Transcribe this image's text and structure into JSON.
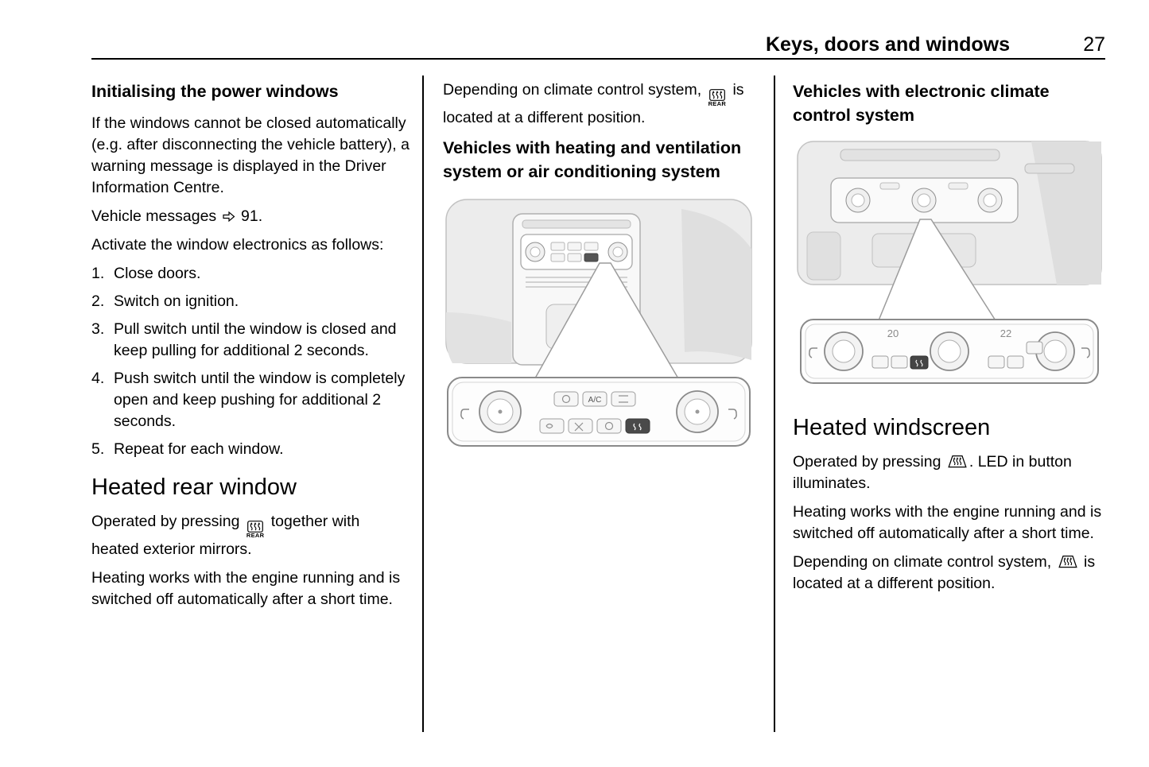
{
  "header": {
    "title": "Keys, doors and windows",
    "page": "27"
  },
  "icons": {
    "rear_label": "REAR"
  },
  "col1": {
    "heading": "Initialising the power windows",
    "para1": "If the windows cannot be closed automatically (e.g. after disconnecting the vehicle battery), a warning message is displayed in the Driver Information Centre.",
    "ref_text": "Vehicle messages",
    "ref_number": "91.",
    "para2": "Activate the window electronics as follows:",
    "steps": [
      {
        "num": "1.",
        "text": "Close doors."
      },
      {
        "num": "2.",
        "text": "Switch on ignition."
      },
      {
        "num": "3.",
        "text": "Pull switch until the window is closed and keep pulling for additional 2 seconds."
      },
      {
        "num": "4.",
        "text": "Push switch until the window is completely open and keep pushing for additional 2 seconds."
      },
      {
        "num": "5.",
        "text": "Repeat for each window."
      }
    ],
    "heading2": "Heated rear window",
    "para3_prefix": "Operated by pressing",
    "para3_suffix": "together with heated exterior mirrors.",
    "para4": "Heating works with the engine running and is switched off automatically after a short time."
  },
  "col2": {
    "para1_prefix": "Depending on climate control system,",
    "para1_suffix": "is located at a different position.",
    "heading": "Vehicles with heating and ventilation system or air conditioning system",
    "illustration": {
      "ac_label": "A/C"
    }
  },
  "col3": {
    "heading": "Vehicles with electronic climate control system",
    "illustration": {
      "temp_left": "20",
      "temp_right": "22"
    },
    "heading2": "Heated windscreen",
    "para1_prefix": "Operated by pressing",
    "para1_suffix": ". LED in button illuminates.",
    "para2": "Heating works with the engine running and is switched off automatically after a short time.",
    "para3_prefix": "Depending on climate control system,",
    "para3_suffix": "is located at a different position."
  }
}
